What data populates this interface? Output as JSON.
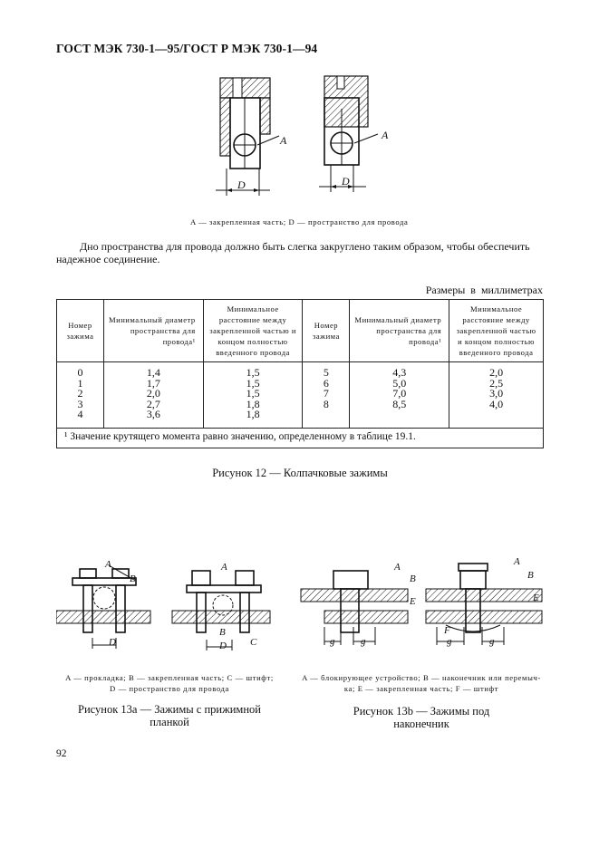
{
  "header": {
    "title": "ГОСТ МЭК 730-1—95/ГОСТ Р МЭК 730-1—94"
  },
  "fig12": {
    "label_a": "A",
    "label_d": "D",
    "legend": "A — закрепленная часть; D — пространство для провода",
    "paragraph": "Дно пространства для провода должно быть слегка закруглено таким образом, чтобы обеспечить надежное соединение.",
    "caption": "Рисунок 12 — Колпачковые зажимы"
  },
  "table": {
    "dimensions_note": "Размеры в миллиметрах",
    "headers": [
      "Номер зажима",
      "Минимальный диаметр пространства для провода¹",
      "Минимальное расстояние между закрепленной частью и концом полностью введенного провода",
      "Номер зажима",
      "Минимальный диаметр пространства для провода¹",
      "Минимальное расстояние между закрепленной частью и концом полностью введенного провода"
    ],
    "columns": [
      [
        "0",
        "1",
        "2",
        "3",
        "4"
      ],
      [
        "1,4",
        "1,7",
        "2,0",
        "2,7",
        "3,6"
      ],
      [
        "1,5",
        "1,5",
        "1,5",
        "1,8",
        "1,8"
      ],
      [
        "5",
        "6",
        "7",
        "8"
      ],
      [
        "4,3",
        "5,0",
        "7,0",
        "8,5"
      ],
      [
        "2,0",
        "2,5",
        "3,0",
        "4,0"
      ]
    ],
    "footnote": "¹ Значение крутящего момента равно значению, определенному в таблице 19.1."
  },
  "fig13a": {
    "label_a": "A",
    "label_b": "B",
    "label_c": "C",
    "label_d": "D",
    "legend_line1": "A — прокладка; B — закрепленная часть; C — штифт;",
    "legend_line2": "D — пространство для провода",
    "caption_line1": "Рисунок 13а — Зажимы с прижимной",
    "caption_line2": "планкой"
  },
  "fig13b": {
    "label_a": "A",
    "label_b": "B",
    "label_e": "E",
    "label_f": "F",
    "label_g": "g",
    "legend_line1": "A — блокирующее устройство; B — наконечник или перемыч-",
    "legend_line2": "ка; E — закрепленная часть; F — штифт",
    "caption_line1": "Рисунок 13b — Зажимы под",
    "caption_line2": "наконечник"
  },
  "page": {
    "number": "92"
  }
}
